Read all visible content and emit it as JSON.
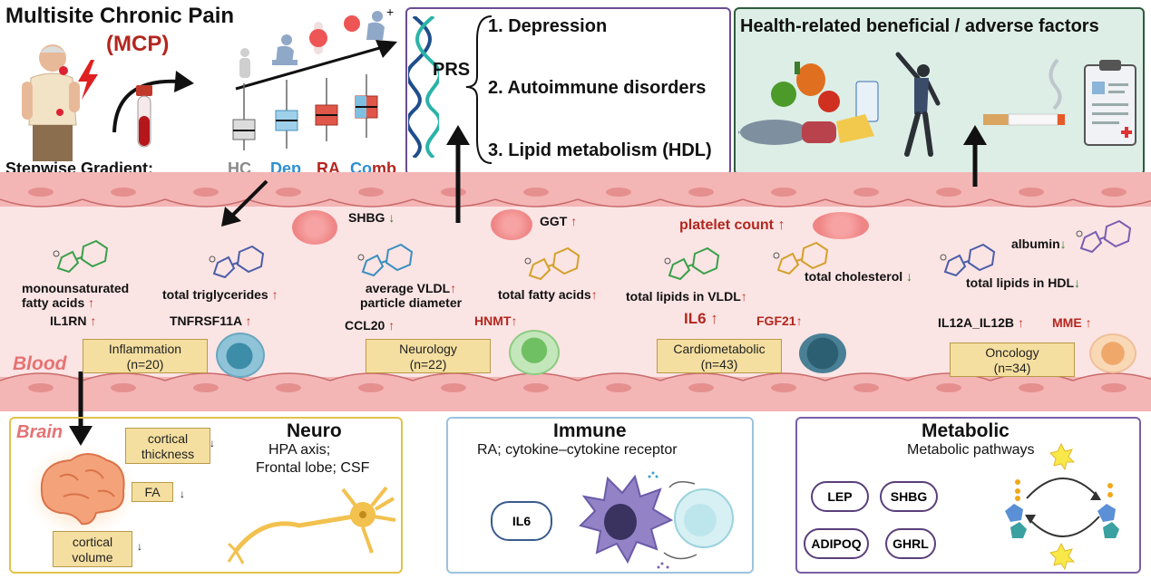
{
  "mcp": {
    "title": "Multisite Chronic Pain",
    "abbr": "(MCP)",
    "gradient_label": "Stepwise Gradient:",
    "groups": [
      {
        "label": "HC",
        "color": "#8a8a8a"
      },
      {
        "label": "Dep",
        "color": "#3a9ad6"
      },
      {
        "label": "RA",
        "color": "#c0392b"
      },
      {
        "label": "Comb",
        "color": "#c0392b"
      }
    ]
  },
  "prs": {
    "label": "PRS",
    "items": [
      "1.  Depression",
      "2.  Autoimmune disorders",
      "3.  Lipid metabolism (HDL)"
    ]
  },
  "health": {
    "title": "Health-related beneficial / adverse factors"
  },
  "blood": {
    "label": "Blood",
    "markers": [
      {
        "name": "SHBG",
        "dir": "down"
      },
      {
        "name": "GGT",
        "dir": "up"
      },
      {
        "name": "platelet count",
        "dir": "up"
      },
      {
        "name": "albumin",
        "dir": "down"
      },
      {
        "name": "monounsaturated",
        "name2": "fatty acids",
        "dir": "up"
      },
      {
        "name": "total triglycerides",
        "dir": "up"
      },
      {
        "name": "average VLDL",
        "name2": "particle diameter",
        "dir": "up"
      },
      {
        "name": "total fatty acids",
        "dir": "up"
      },
      {
        "name": "total lipids in VLDL",
        "dir": "up"
      },
      {
        "name": "total cholesterol",
        "dir": "down"
      },
      {
        "name": "total lipids in HDL",
        "dir": "down"
      }
    ],
    "proteins": [
      {
        "name": "IL1RN",
        "dir": "up"
      },
      {
        "name": "TNFRSF11A",
        "dir": "up"
      },
      {
        "name": "CCL20",
        "dir": "up"
      },
      {
        "name": "HNMT",
        "dir": "up"
      },
      {
        "name": "IL6",
        "dir": "up"
      },
      {
        "name": "FGF21",
        "dir": "up"
      },
      {
        "name": "IL12A_IL12B",
        "dir": "up"
      },
      {
        "name": "MME",
        "dir": "up"
      }
    ],
    "categories": [
      {
        "name": "Inflammation",
        "n": "(n=20)"
      },
      {
        "name": "Neurology",
        "n": "(n=22)"
      },
      {
        "name": "Cardiometabolic",
        "n": "(n=43)"
      },
      {
        "name": "Oncology",
        "n": "(n=34)"
      }
    ]
  },
  "brain": {
    "label": "Brain",
    "features": [
      {
        "name": "cortical",
        "name2": "thickness",
        "dir": "down"
      },
      {
        "name": "FA",
        "dir": "down"
      },
      {
        "name": "cortical",
        "name2": "volume",
        "dir": "down"
      }
    ]
  },
  "neuro": {
    "title": "Neuro",
    "line1": "HPA  axis;",
    "line2": "Frontal lobe; CSF"
  },
  "immune": {
    "title": "Immune",
    "subtitle": "RA; cytokine–cytokine receptor",
    "pill": "IL6"
  },
  "metabolic": {
    "title": "Metabolic",
    "subtitle": "Metabolic pathways",
    "pills": [
      "LEP",
      "SHBG",
      "ADIPOQ",
      "GHRL"
    ]
  },
  "arrows": {
    "up": "↑",
    "down": "↓"
  },
  "colors": {
    "blood_bg": "#fbe4e4",
    "cell_wall": "#f4b5b5",
    "neuro_border": "#e2c24a",
    "immune_border": "#9cc3df",
    "metabolic_border": "#7b5ea7",
    "prs_border": "#6a4c93",
    "health_border": "#2f5a3f",
    "health_bg": "#dceee6"
  }
}
